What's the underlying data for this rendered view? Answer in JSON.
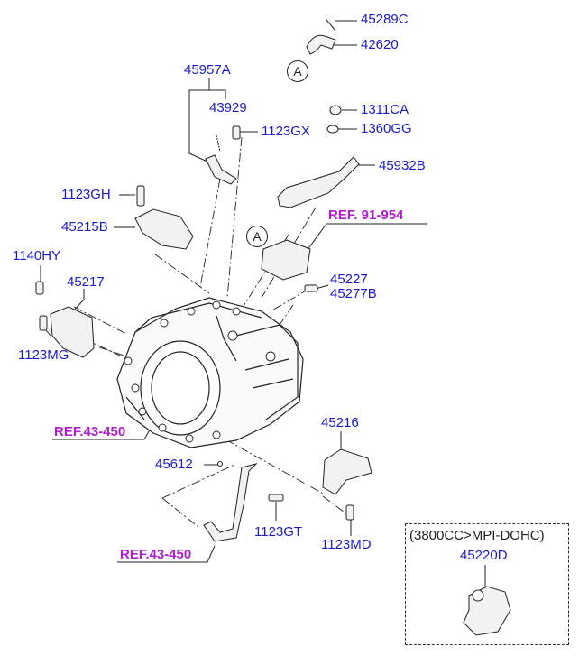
{
  "parts": {
    "p45289C": "45289C",
    "p42620": "42620",
    "p45957A": "45957A",
    "p43929": "43929",
    "p1311CA": "1311CA",
    "p1123GX": "1123GX",
    "p1360GG": "1360GG",
    "p45932B": "45932B",
    "p1123GH": "1123GH",
    "p45215B": "45215B",
    "p1140HY": "1140HY",
    "p45217": "45217",
    "p45227": "45227",
    "p45277B": "45277B",
    "p1123MG": "1123MG",
    "p45216": "45216",
    "p45612": "45612",
    "p1123GT": "1123GT",
    "p1123MD": "1123MD",
    "p45220D": "45220D"
  },
  "refs": {
    "ref91954": "REF. 91-954",
    "ref43450a": "REF.43-450",
    "ref43450b": "REF.43-450"
  },
  "markers": {
    "a1": "A",
    "a2": "A"
  },
  "inset": {
    "title": "(3800CC>MPI-DOHC)"
  },
  "colors": {
    "part_label": "#1a1acc",
    "ref_label": "#b01fd0",
    "line": "#222222"
  }
}
